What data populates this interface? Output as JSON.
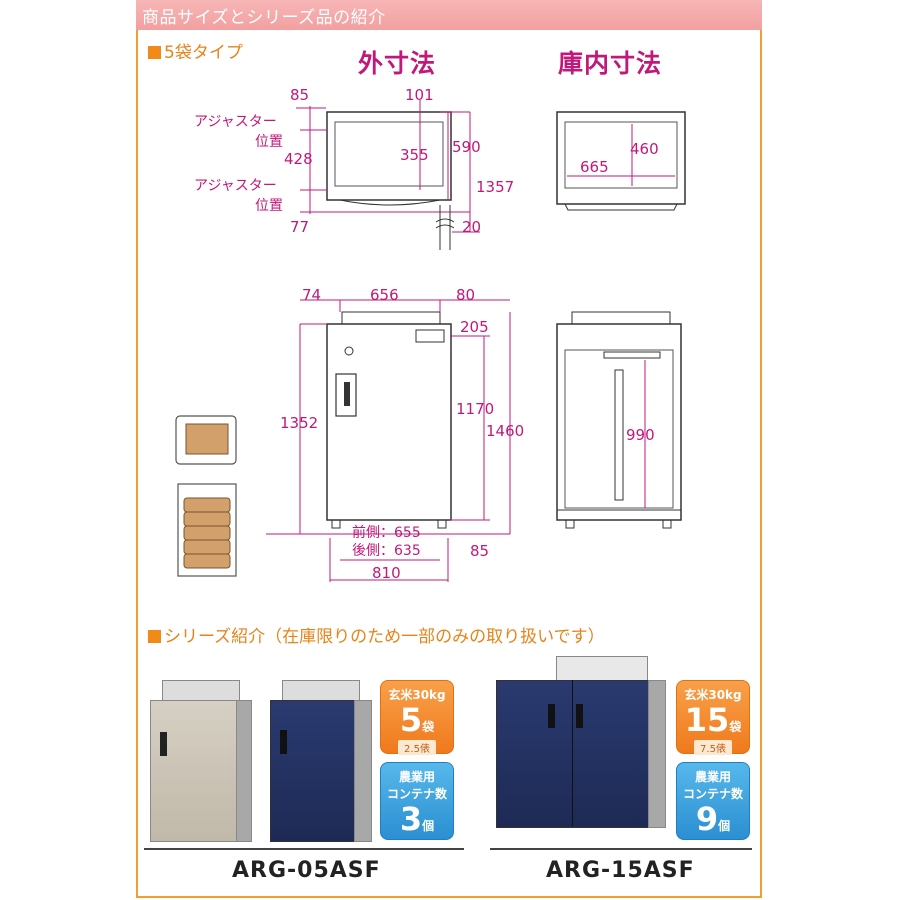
{
  "header": {
    "title": "商品サイズとシリーズ品の紹介"
  },
  "section_5bag": {
    "label": "5袋タイプ"
  },
  "titles": {
    "outer": "外寸法",
    "inner": "庫内寸法"
  },
  "top_view": {
    "adj1": [
      "アジャスター",
      "位置"
    ],
    "adj2": [
      "アジャスター",
      "位置"
    ],
    "d85": "85",
    "d101": "101",
    "d428": "428",
    "d355": "355",
    "d590": "590",
    "d1357": "1357",
    "d77": "77",
    "d20": "20"
  },
  "inner_top": {
    "d460": "460",
    "d665": "665"
  },
  "front_view": {
    "d74": "74",
    "d656": "656",
    "d80": "80",
    "d205": "205",
    "d1352": "1352",
    "d1170": "1170",
    "d1460": "1460",
    "front": "前側：655",
    "rear": "後側：635",
    "d85": "85",
    "d810": "810"
  },
  "inner_front": {
    "d990": "990"
  },
  "section_series": {
    "label": "シリーズ紹介（在庫限りのため一部のみの取り扱いです）"
  },
  "products": [
    {
      "model": "ARG-05ASF",
      "rice_label": "玄米30kg",
      "bags": "5",
      "bags_unit": "袋",
      "ratio": "2.5俵",
      "container_label": [
        "農業用",
        "コンテナ数"
      ],
      "containers": "3",
      "containers_unit": "個"
    },
    {
      "model": "ARG-15ASF",
      "rice_label": "玄米30kg",
      "bags": "15",
      "bags_unit": "袋",
      "ratio": "7.5俵",
      "container_label": [
        "農業用",
        "コンテナ数"
      ],
      "containers": "9",
      "containers_unit": "個"
    }
  ],
  "colors": {
    "accent_pink": "#c0197a",
    "orange": "#ef7a1c",
    "blue": "#2b8fd2",
    "navy": "#1e2a55"
  }
}
